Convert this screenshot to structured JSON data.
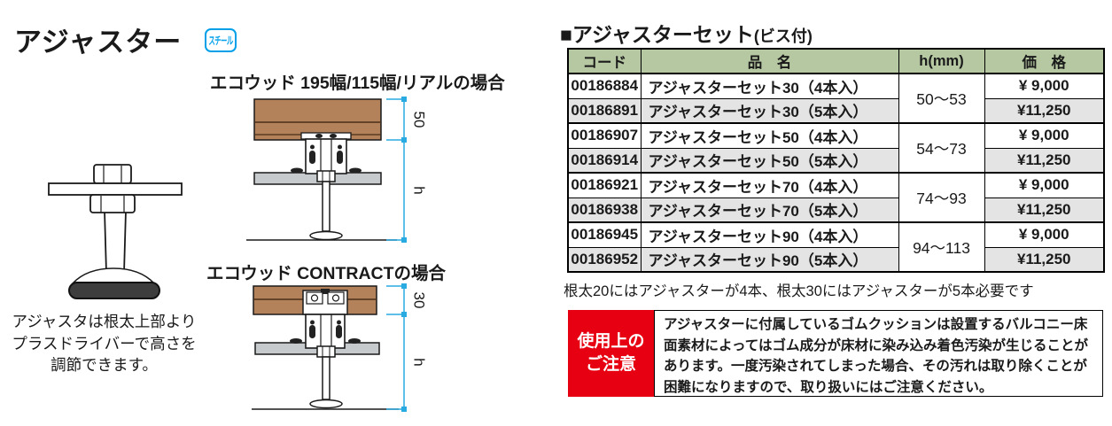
{
  "colors": {
    "badge_blue": "#00a0e9",
    "table_header_green": "#b5c8a2",
    "row_stripe_gray": "#e4e4e4",
    "warning_red": "#e60012",
    "dimension_cyan": "#29abe2",
    "wood_brown": "#b3815a",
    "joist_gray": "#c7cacd"
  },
  "header": {
    "title": "アジャスター",
    "badge": "スチール"
  },
  "left": {
    "caption_lines": [
      "アジャスタは根太上部より",
      "プラスドライバーで高さを",
      "調節できます。"
    ]
  },
  "diagrams": {
    "d1": {
      "heading": "エコウッド 195幅/115幅/リアルの場合",
      "dim_upper": "50",
      "dim_lower": "h"
    },
    "d2": {
      "heading": "エコウッド CONTRACTの場合",
      "dim_upper": "30",
      "dim_lower": "h"
    }
  },
  "table": {
    "heading_main": "■アジャスターセット",
    "heading_sub": "(ビス付)",
    "columns": [
      "コード",
      "品　名",
      "h(mm)",
      "価　格"
    ],
    "groups": [
      {
        "h": "50～53",
        "rows": [
          {
            "code": "00186884",
            "name": "アジャスターセット30（4本入）",
            "price": "¥ 9,000"
          },
          {
            "code": "00186891",
            "name": "アジャスターセット30（5本入）",
            "price": "¥11,250"
          }
        ]
      },
      {
        "h": "54～73",
        "rows": [
          {
            "code": "00186907",
            "name": "アジャスターセット50（4本入）",
            "price": "¥ 9,000"
          },
          {
            "code": "00186914",
            "name": "アジャスターセット50（5本入）",
            "price": "¥11,250"
          }
        ]
      },
      {
        "h": "74～93",
        "rows": [
          {
            "code": "00186921",
            "name": "アジャスターセット70（4本入）",
            "price": "¥ 9,000"
          },
          {
            "code": "00186938",
            "name": "アジャスターセット70（5本入）",
            "price": "¥11,250"
          }
        ]
      },
      {
        "h": "94～113",
        "rows": [
          {
            "code": "00186945",
            "name": "アジャスターセット90（4本入）",
            "price": "¥ 9,000"
          },
          {
            "code": "00186952",
            "name": "アジャスターセット90（5本入）",
            "price": "¥11,250"
          }
        ]
      }
    ],
    "note": "根太20にはアジャスターが4本、根太30にはアジャスターが5本必要です"
  },
  "warning": {
    "label_lines": [
      "使用上の",
      "ご注意"
    ],
    "text": "アジャスターに付属しているゴムクッションは設置するバルコニー床面素材によってはゴム成分が床材に染み込み着色汚染が生じることがあります。一度汚染されてしまった場合、その汚れは取り除くことが困難になりますので、取り扱いにはご注意ください。"
  }
}
